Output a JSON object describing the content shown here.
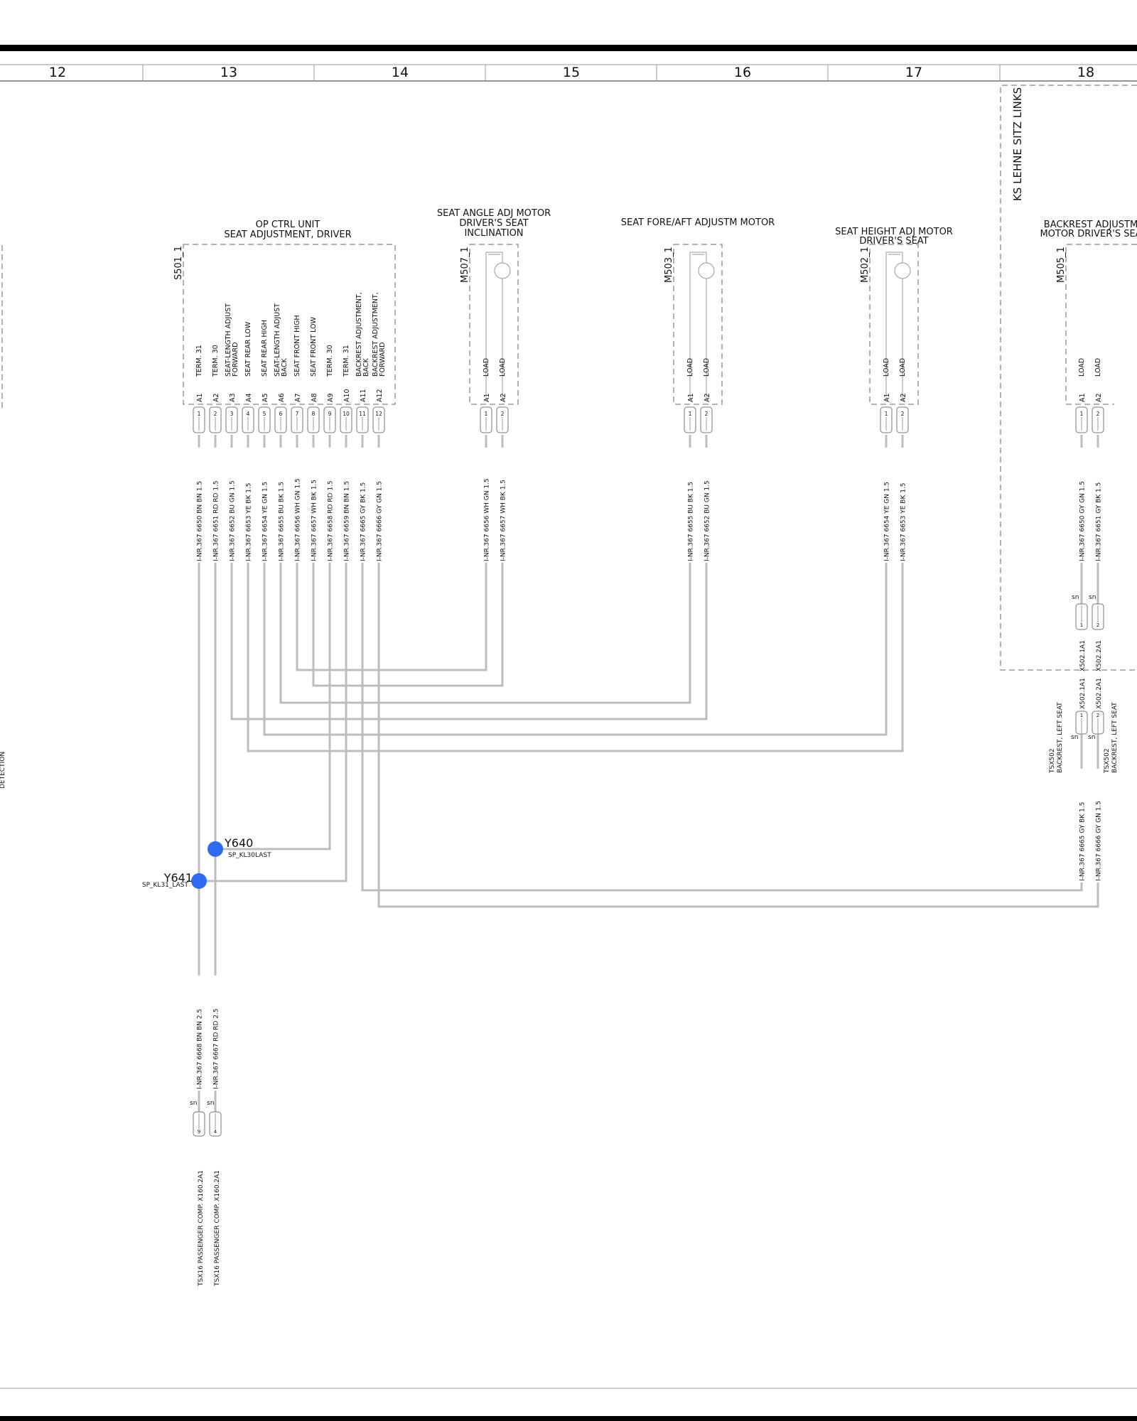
{
  "grid": {
    "columns": [
      "12",
      "13",
      "14",
      "15",
      "16",
      "17",
      "18"
    ]
  },
  "colors": {
    "wire": "#bdbdbd",
    "splice": "#2f6bf0",
    "frame": "#000000",
    "dashed_box": "#888888"
  },
  "left_edge_text": "DETECTION",
  "ks_box": {
    "label": "KS LEHNE SITZ LINKS"
  },
  "components": {
    "s501": {
      "id": "S501_1",
      "title_lines": [
        "OP CTRL UNIT",
        "SEAT ADJUSTMENT, DRIVER"
      ],
      "functions": [
        [
          "TERM. 31"
        ],
        [
          "TERM. 30"
        ],
        [
          "SEAT-LENGTH ADJUST",
          "FORWARD"
        ],
        [
          "SEAT REAR LOW"
        ],
        [
          "SEAT REAR HIGH"
        ],
        [
          "SEAT-LENGTH ADJUST",
          "BACK"
        ],
        [
          "SEAT FRONT HIGH"
        ],
        [
          "SEAT FRONT LOW"
        ],
        [
          "TERM. 30"
        ],
        [
          "TERM. 31"
        ],
        [
          "BACKREST ADJUSTMENT,",
          "BACK"
        ],
        [
          "BACKREST ADJUSTMENT,",
          "FORWARD"
        ]
      ],
      "pins": [
        "A1",
        "A2",
        "A3",
        "A4",
        "A5",
        "A6",
        "A7",
        "A8",
        "A9",
        "A10",
        "A11",
        "A12"
      ],
      "terminals": [
        "1",
        "2",
        "3",
        "4",
        "5",
        "6",
        "7",
        "8",
        "9",
        "10",
        "11",
        "12"
      ],
      "wires": [
        "I-NR.367 6650  BN BN 1.5",
        "I-NR.367 6651  RD RD 1.5",
        "I-NR.367 6652  BU GN 1.5",
        "I-NR.367 6653  YE BK 1.5",
        "I-NR.367 6654  YE GN 1.5",
        "I-NR.367 6655  BU BK 1.5",
        "I-NR.367 6656  WH GN 1.5",
        "I-NR.367 6657  WH BK 1.5",
        "I-NR.367 6658  RD RD 1.5",
        "I-NR.367 6659  BN BN 1.5",
        "I-NR.367 6665  GY BK 1.5",
        "I-NR.367 6666  GY GN 1.5"
      ]
    },
    "m507": {
      "id": "M507_1",
      "title_lines": [
        "SEAT ANGLE ADJ MOTOR",
        "DRIVER'S SEAT",
        "INCLINATION"
      ],
      "functions": [
        "LOAD",
        "LOAD"
      ],
      "pins": [
        "A1",
        "A2"
      ],
      "terminals": [
        "1",
        "2"
      ],
      "wires": [
        "I-NR.367 6656  WH GN 1.5",
        "I-NR.367 6657  WH BK 1.5"
      ]
    },
    "m503": {
      "id": "M503_1",
      "title_lines": [
        "SEAT FORE/AFT ADJUSTM MOTOR"
      ],
      "functions": [
        "LOAD",
        "LOAD"
      ],
      "pins": [
        "A1",
        "A2"
      ],
      "terminals": [
        "1",
        "2"
      ],
      "wires": [
        "I-NR.367 6655  BU BK 1.5",
        "I-NR.367 6652  BU GN 1.5"
      ]
    },
    "m502": {
      "id": "M502_1",
      "title_lines": [
        "SEAT HEIGHT ADJ MOTOR",
        "DRIVER'S SEAT"
      ],
      "functions": [
        "LOAD",
        "LOAD"
      ],
      "pins": [
        "A1",
        "A2"
      ],
      "terminals": [
        "1",
        "2"
      ],
      "wires": [
        "I-NR.367 6654  YE GN 1.5",
        "I-NR.367 6653  YE BK 1.5"
      ]
    },
    "m505": {
      "id": "M505_1",
      "title_lines": [
        "BACKREST ADJUSTM",
        "MOTOR DRIVER'S SEA"
      ],
      "functions": [
        "LOAD",
        "LOAD"
      ],
      "pins": [
        "A1",
        "A2"
      ],
      "terminals": [
        "1",
        "2"
      ],
      "wires": [
        "I-NR.367 6650  GY GN 1.5",
        "I-NR.367 6651  GY BK 1.5"
      ]
    }
  },
  "connectors": {
    "x502_upper": {
      "sn": [
        "sn",
        "sn"
      ],
      "terminals": [
        "1",
        "2"
      ],
      "labels": [
        "X502.1A1",
        "X502.2A1"
      ]
    },
    "x502_lower": {
      "sn": [
        "sn",
        "sn"
      ],
      "terminals": [
        "1",
        "2"
      ],
      "labels": [
        "X502.1A1",
        "X502.2A1"
      ],
      "desc": [
        "TSX502",
        "BACKREST, LEFT SEAT"
      ],
      "wires": [
        "I-NR.367 6665  GY BK 1.5",
        "I-NR.367 6666  GY GN 1.5"
      ]
    },
    "x160": {
      "sn": [
        "sn",
        "sn"
      ],
      "terminals": [
        "9",
        "4"
      ],
      "labels": [
        "TSX16 PASSENGER COMP.  X160.2A1",
        "TSX16 PASSENGER COMP.  X160.2A1"
      ],
      "wires": [
        "I-NR.367 6668  BN BN 2.5",
        "I-NR.367 6667  RD RD 2.5"
      ]
    }
  },
  "splices": [
    {
      "id": "Y640",
      "sub": "SP_KL30LAST"
    },
    {
      "id": "Y641",
      "sub": "SP_KL31_LAST"
    }
  ]
}
